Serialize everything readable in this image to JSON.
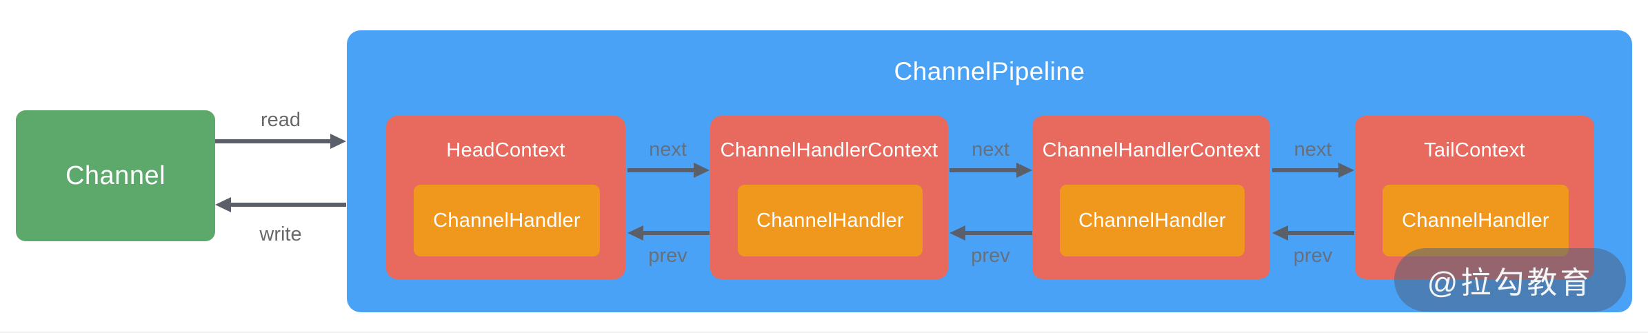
{
  "diagram": {
    "channel": {
      "label": "Channel"
    },
    "pipeline": {
      "title": "ChannelPipeline"
    },
    "contexts": [
      {
        "label": "HeadContext",
        "handler": "ChannelHandler"
      },
      {
        "label": "ChannelHandlerContext",
        "handler": "ChannelHandler"
      },
      {
        "label": "ChannelHandlerContext",
        "handler": "ChannelHandler"
      },
      {
        "label": "TailContext",
        "handler": "ChannelHandler"
      }
    ],
    "labels": {
      "read": "read",
      "write": "write",
      "next": "next",
      "prev": "prev"
    },
    "watermark": {
      "text": "@拉勾教育"
    },
    "colors": {
      "channel_green": "#5ca96b",
      "pipeline_blue": "#4aa2f7",
      "context_red": "#e8695d",
      "handler_orange": "#f0981e",
      "arrow_gray": "#5a5f69",
      "read_write_label_gray": "#69696c",
      "next_prev_label_gray": "#66707d",
      "box_text_white": "#ffffff"
    }
  }
}
